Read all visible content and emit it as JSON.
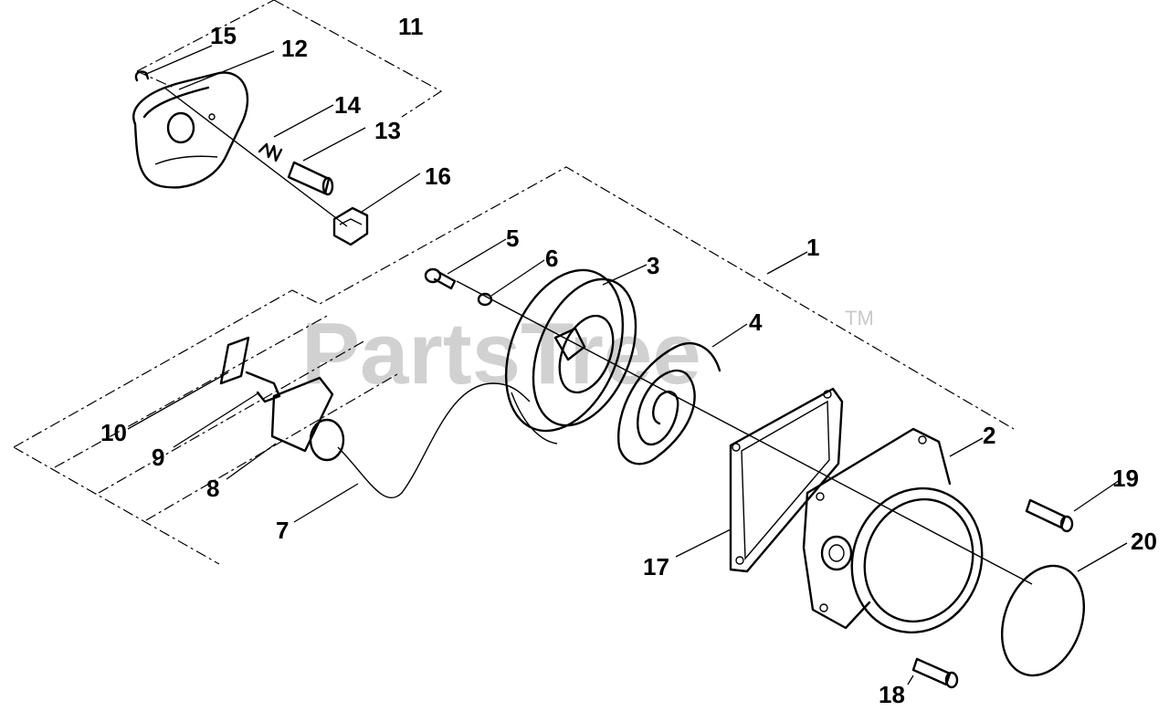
{
  "watermark": {
    "text": "PartsTree",
    "trademark": "TM"
  },
  "callouts": [
    "1",
    "2",
    "3",
    "4",
    "5",
    "6",
    "7",
    "8",
    "9",
    "10",
    "11",
    "12",
    "13",
    "14",
    "15",
    "16",
    "17",
    "18",
    "19",
    "20"
  ]
}
